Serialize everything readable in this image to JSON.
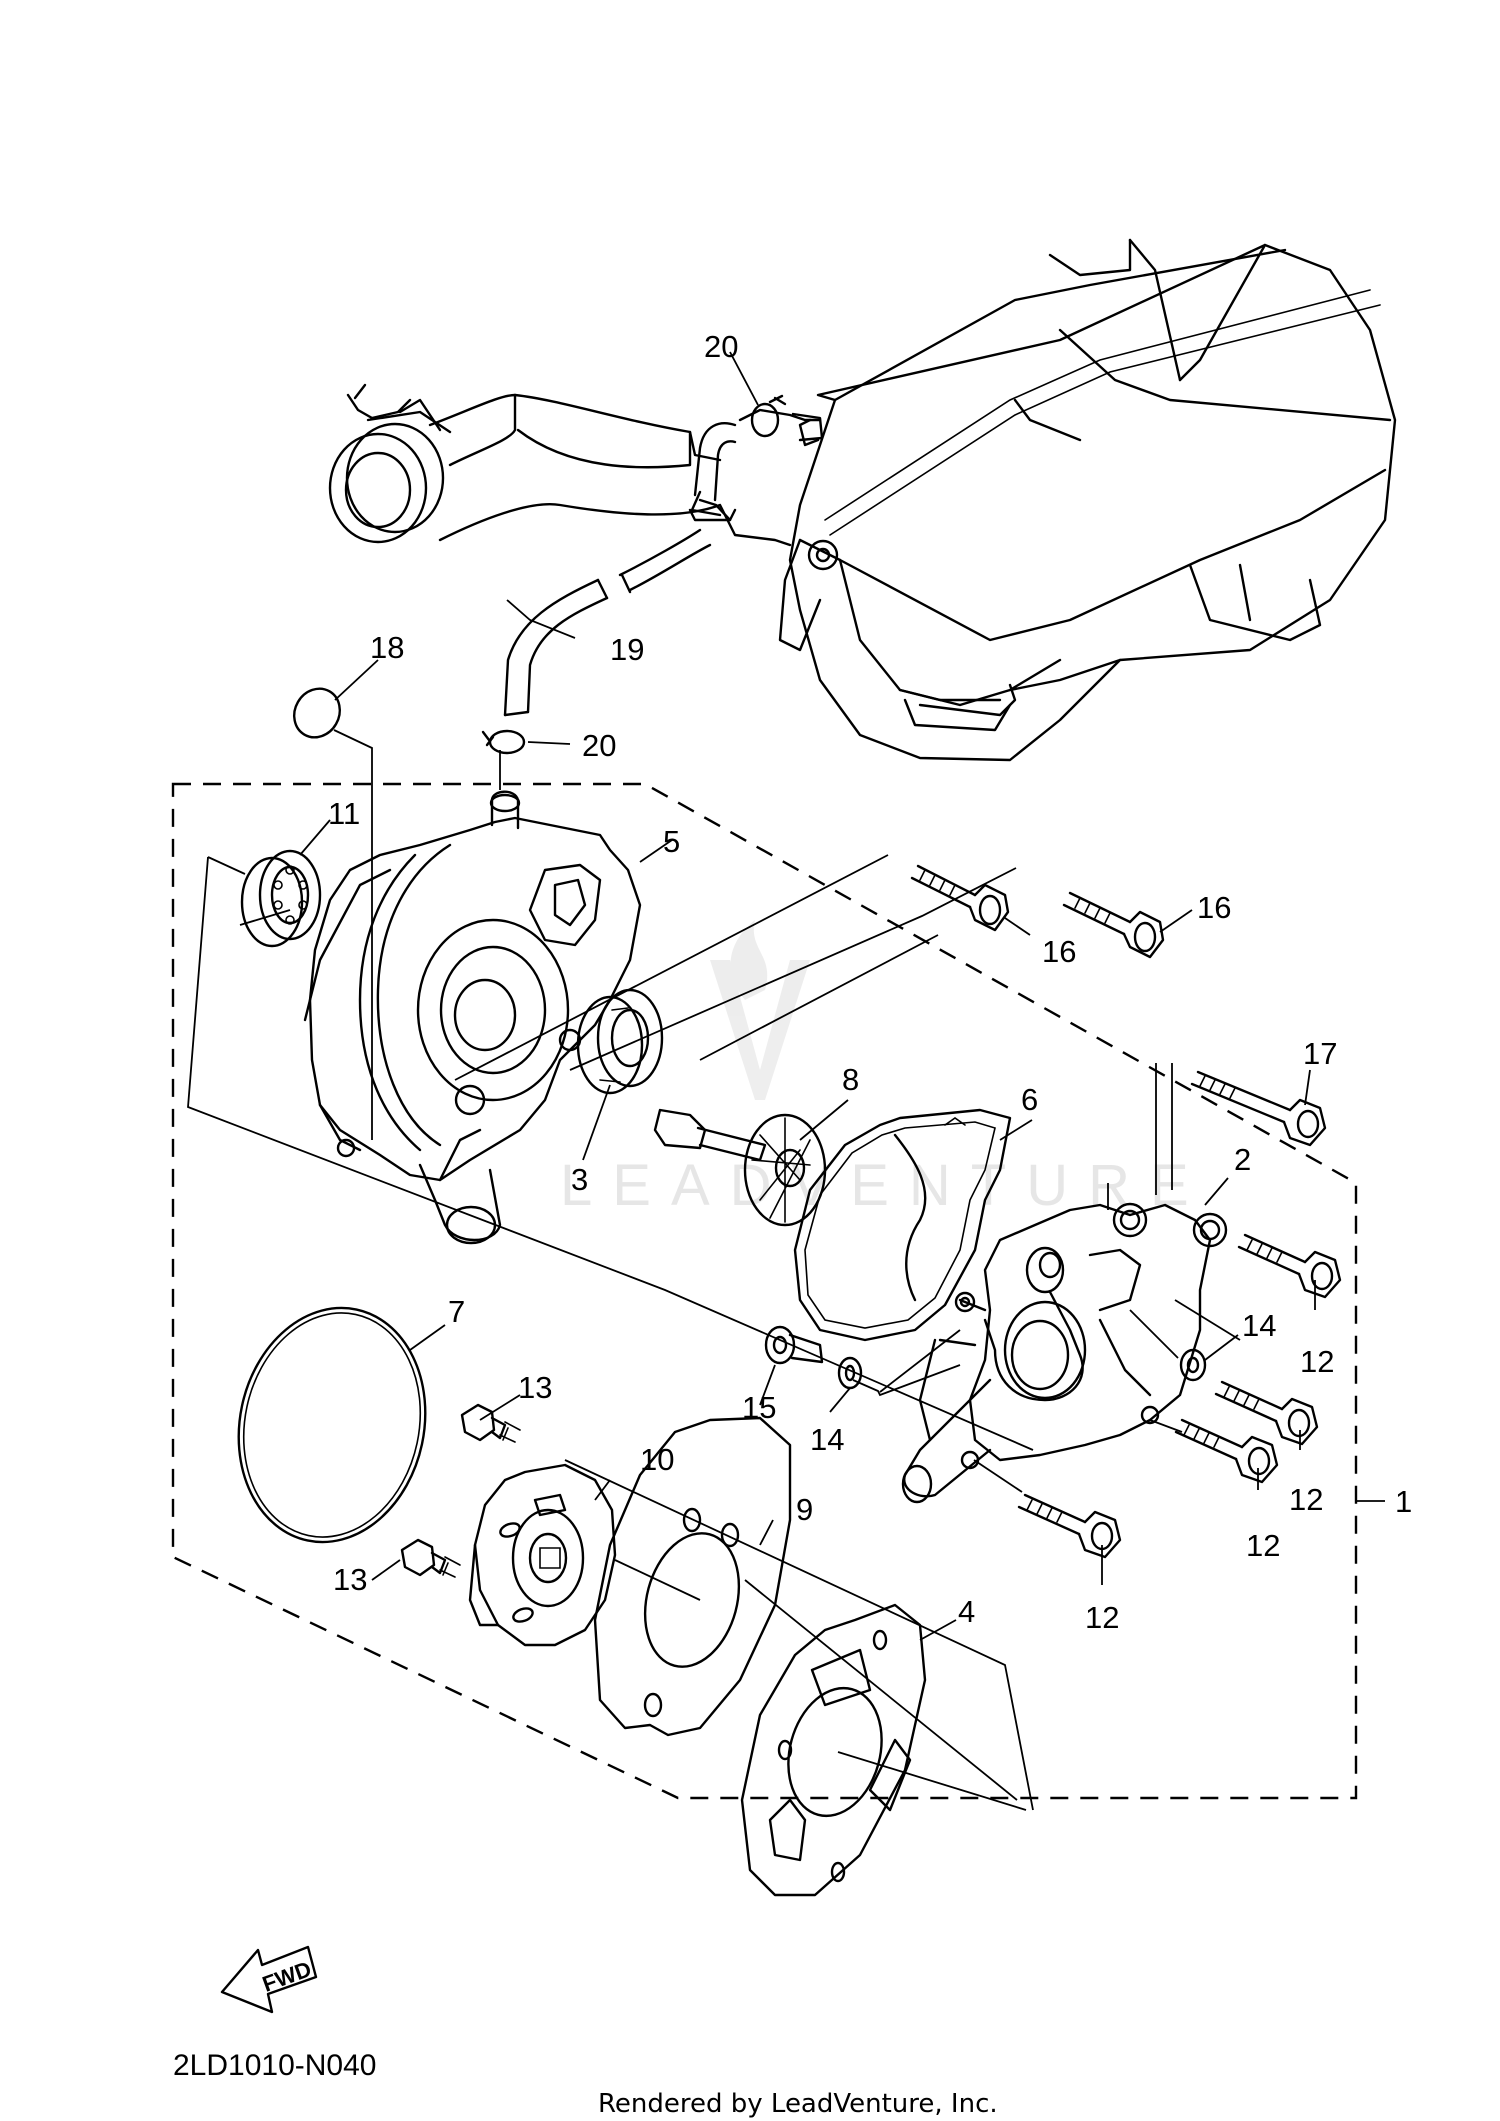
{
  "callouts": {
    "c1": "1",
    "c2": "2",
    "c3": "3",
    "c4": "4",
    "c5": "5",
    "c6": "6",
    "c7": "7",
    "c8": "8",
    "c9": "9",
    "c10": "10",
    "c11": "11",
    "c12a": "12",
    "c12b": "12",
    "c12c": "12",
    "c12d": "12",
    "c13a": "13",
    "c13b": "13",
    "c14a": "14",
    "c14b": "14",
    "c15": "15",
    "c16a": "16",
    "c16b": "16",
    "c17": "17",
    "c18": "18",
    "c19": "19",
    "c20a": "20",
    "c20b": "20"
  },
  "fwd_label": "FWD",
  "diagram_code": "2LD1010-N040",
  "watermark": "LEADVENTURE",
  "footer": "Rendered by LeadVenture, Inc.",
  "colors": {
    "line": "#000000",
    "watermark": "#e4e4e4",
    "background": "#ffffff"
  }
}
